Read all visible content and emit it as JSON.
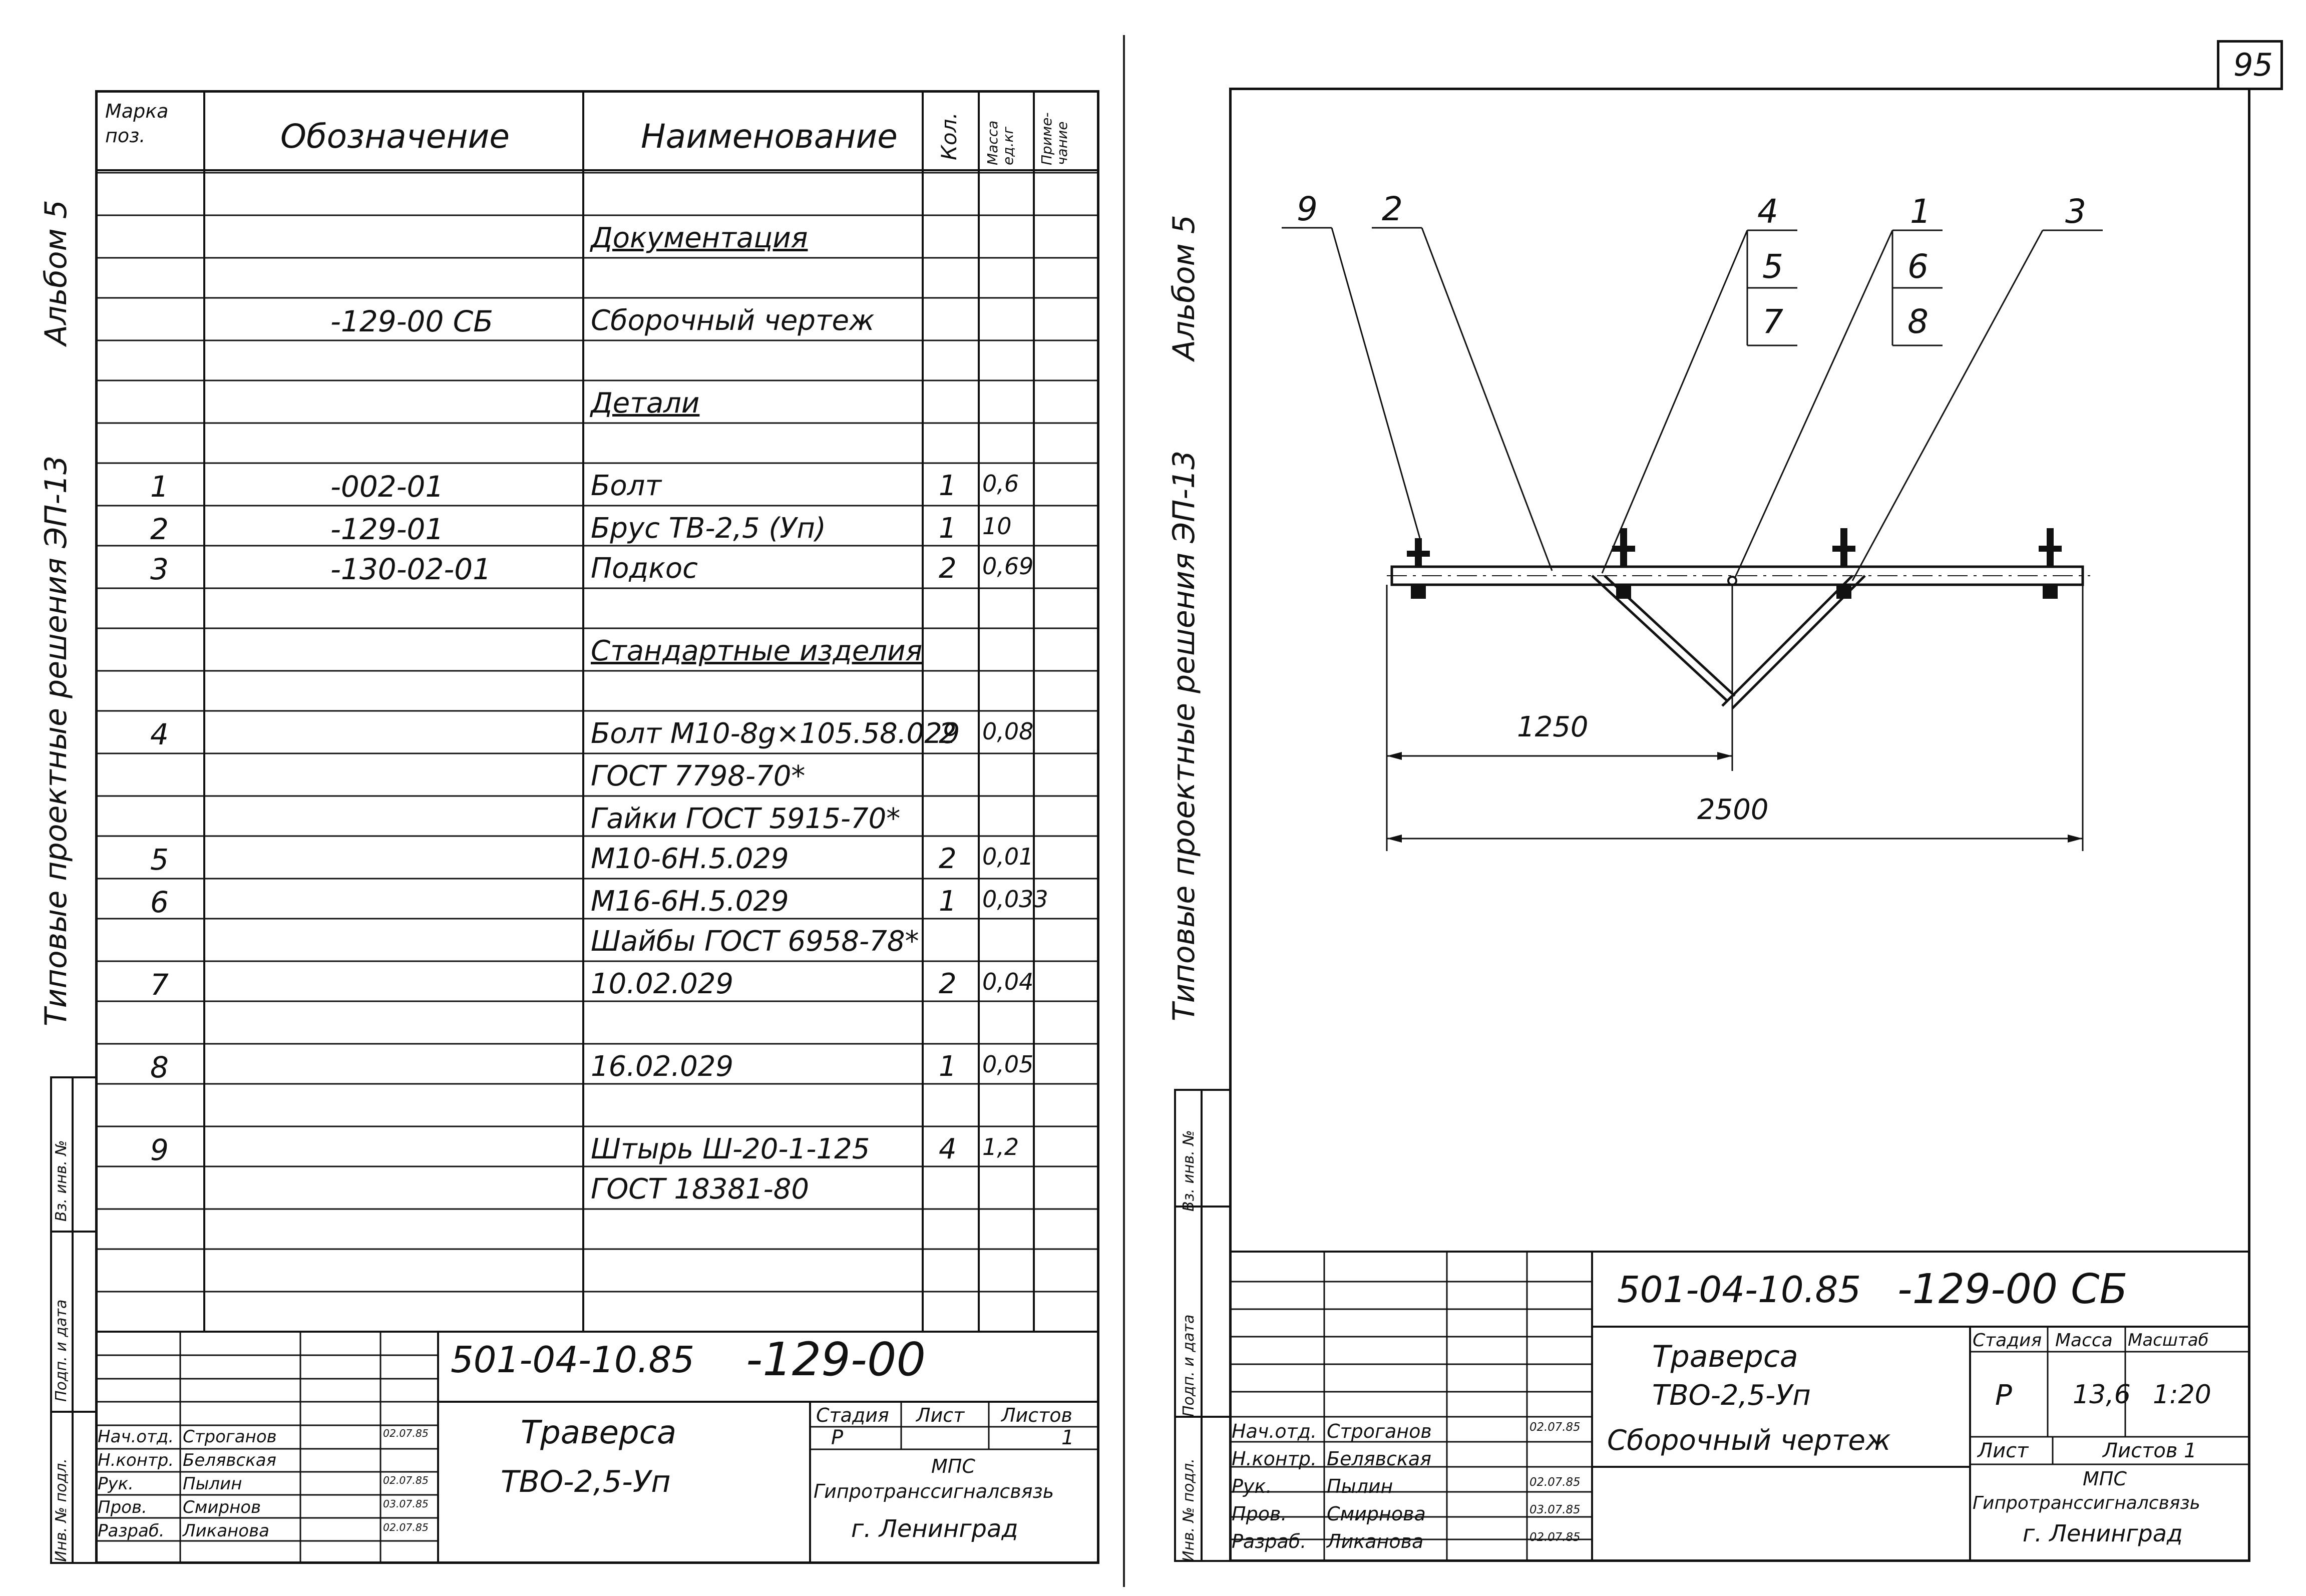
{
  "page_number": "95",
  "left_sheet": {
    "side_labels": {
      "album": "Альбом 5",
      "series": "Типовые проектные решения ЭП-13",
      "inv_orig": "Инв. № подл.",
      "sign_date": "Подп. и дата",
      "inv_dup": "Вз. инв. №"
    },
    "header": {
      "mark": "Марка поз.",
      "designation": "Обозначение",
      "name": "Наименование",
      "qty": "Кол.",
      "mass": "Масса ед.кг",
      "note": "Приме- чание"
    },
    "rows": [
      {
        "mark": "",
        "desig": "",
        "name": "Документация",
        "qty": "",
        "mass": "",
        "u": true
      },
      {
        "mark": "",
        "desig": "-129-00 СБ",
        "name": "Сборочный чертеж",
        "qty": "",
        "mass": ""
      },
      {
        "mark": "",
        "desig": "",
        "name": "Детали",
        "qty": "",
        "mass": "",
        "u": true
      },
      {
        "mark": "1",
        "desig": "-002-01",
        "name": "Болт",
        "qty": "1",
        "mass": "0,6"
      },
      {
        "mark": "2",
        "desig": "-129-01",
        "name": "Брус ТВ-2,5 (Уп)",
        "qty": "1",
        "mass": "10"
      },
      {
        "mark": "3",
        "desig": "-130-02-01",
        "name": "Подкос",
        "qty": "2",
        "mass": "0,69"
      },
      {
        "mark": "",
        "desig": "",
        "name": "Стандартные изделия",
        "qty": "",
        "mass": "",
        "u": true
      },
      {
        "mark": "4",
        "desig": "",
        "name": "Болт М10-8g×105.58.029",
        "qty": "2",
        "mass": "0,08"
      },
      {
        "mark": "",
        "desig": "",
        "name": "ГОСТ 7798-70*",
        "qty": "",
        "mass": ""
      },
      {
        "mark": "",
        "desig": "",
        "name": "Гайки ГОСТ 5915-70*",
        "qty": "",
        "mass": ""
      },
      {
        "mark": "5",
        "desig": "",
        "name": "М10-6Н.5.029",
        "qty": "2",
        "mass": "0,01"
      },
      {
        "mark": "6",
        "desig": "",
        "name": "М16-6Н.5.029",
        "qty": "1",
        "mass": "0,033"
      },
      {
        "mark": "",
        "desig": "",
        "name": "Шайбы ГОСТ 6958-78*",
        "qty": "",
        "mass": ""
      },
      {
        "mark": "7",
        "desig": "",
        "name": "10.02.029",
        "qty": "2",
        "mass": "0,04"
      },
      {
        "mark": "8",
        "desig": "",
        "name": "16.02.029",
        "qty": "1",
        "mass": "0,05"
      },
      {
        "mark": "9",
        "desig": "",
        "name": "Штырь Ш-20-1-125",
        "qty": "4",
        "mass": "1,2"
      },
      {
        "mark": "",
        "desig": "",
        "name": "ГОСТ 18381-80",
        "qty": "",
        "mass": ""
      }
    ],
    "title_block": {
      "code": "501-04-10.85",
      "doc": "-129-00",
      "title1": "Траверса",
      "title2": "ТВО-2,5-Уп",
      "stage_h": "Стадия",
      "sheet_h": "Лист",
      "sheets_h": "Листов",
      "stage": "Р",
      "sheets": "1",
      "org1": "МПС",
      "org2": "Гипротранссигналсвязь",
      "org3": "г. Ленинград",
      "people": [
        {
          "role": "Нач.отд.",
          "name": "Строганов",
          "date": "02.07.85"
        },
        {
          "role": "Н.контр.",
          "name": "Белявская",
          "date": ""
        },
        {
          "role": "Рук.",
          "name": "Пылин",
          "date": "02.07.85"
        },
        {
          "role": "Пров.",
          "name": "Смирнов",
          "date": "03.07.85"
        },
        {
          "role": "Разраб.",
          "name": "Ликанова",
          "date": "02.07.85"
        }
      ]
    }
  },
  "right_sheet": {
    "side_labels": {
      "album": "Альбом 5",
      "series": "Типовые проектные решения ЭП-13",
      "inv_orig": "Инв. № подл.",
      "sign_date": "Подп. и дата",
      "inv_dup": "Вз. инв. №"
    },
    "callouts": {
      "c9": "9",
      "c2": "2",
      "c4": "4",
      "c5": "5",
      "c7": "7",
      "c1": "1",
      "c6": "6",
      "c8": "8",
      "c3": "3"
    },
    "dims": {
      "half": "1250",
      "full": "2500"
    },
    "title_block": {
      "code": "501-04-10.85",
      "doc": "-129-00 СБ",
      "title1": "Траверса",
      "title2": "ТВО-2,5-Уп",
      "title3": "Сборочный чертеж",
      "stage_h": "Стадия",
      "mass_h": "Масса",
      "scale_h": "Масштаб",
      "stage": "Р",
      "mass": "13,6",
      "scale": "1:20",
      "sheet_h": "Лист",
      "sheets_h": "Листов 1",
      "org1": "МПС",
      "org2": "Гипротранссигналсвязь",
      "org3": "г. Ленинград",
      "people": [
        {
          "role": "Нач.отд.",
          "name": "Строганов",
          "date": "02.07.85"
        },
        {
          "role": "Н.контр.",
          "name": "Белявская",
          "date": ""
        },
        {
          "role": "Рук.",
          "name": "Пылин",
          "date": "02.07.85"
        },
        {
          "role": "Пров.",
          "name": "Смирнова",
          "date": "03.07.85"
        },
        {
          "role": "Разраб.",
          "name": "Ликанова",
          "date": "02.07.85"
        }
      ]
    }
  }
}
